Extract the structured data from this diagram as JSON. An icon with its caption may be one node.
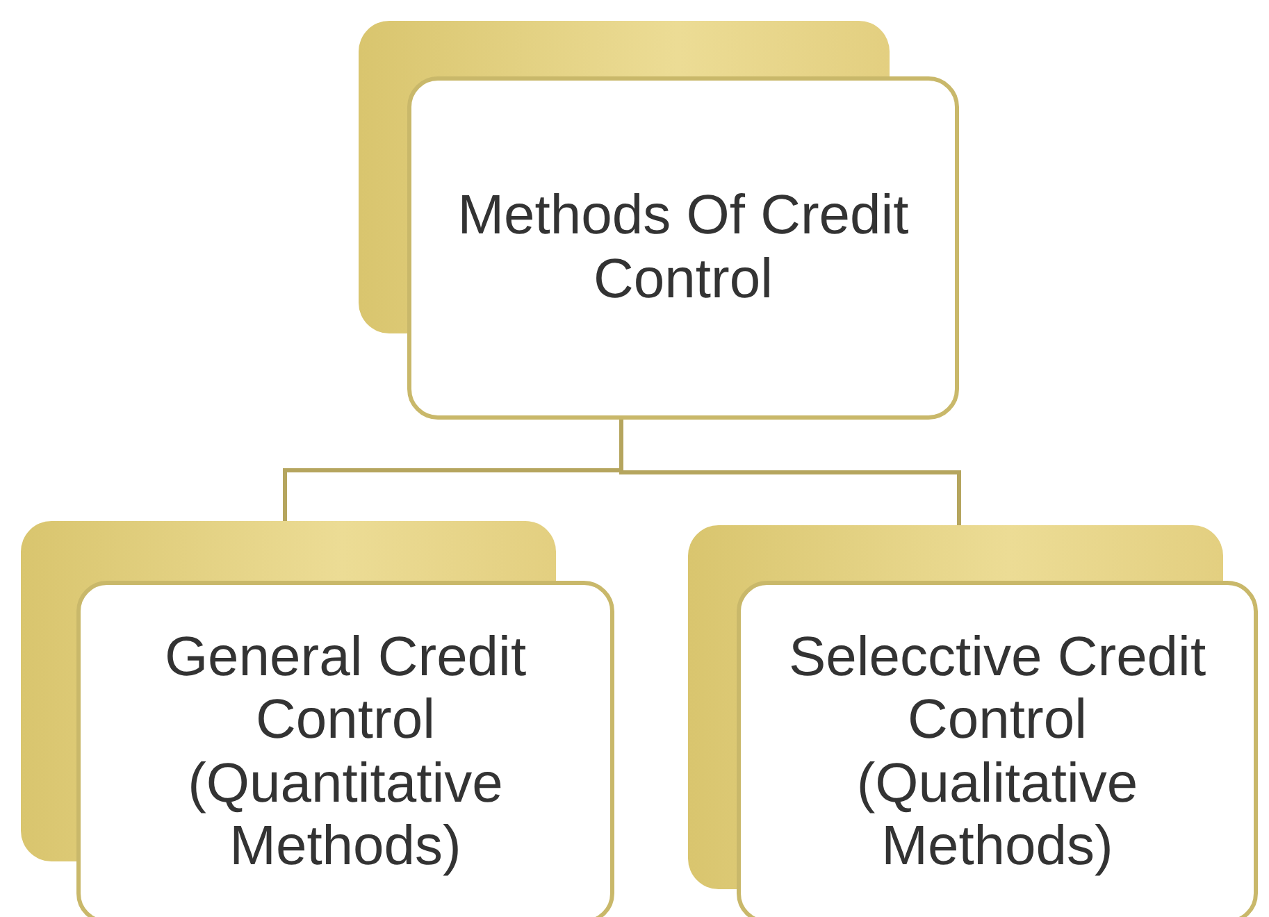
{
  "diagram": {
    "nodes": [
      {
        "text": [
          "Methods Of Credit Control"
        ]
      },
      {
        "text": [
          "General Credit Control (Quantitative Methods)"
        ]
      },
      {
        "text": [
          "Selecctive Credit Control (Qualitative Methods)"
        ]
      }
    ],
    "edges": [
      {
        "from": 0,
        "to": 1,
        "arrow": "none"
      },
      {
        "from": 0,
        "to": 2,
        "arrow": "none"
      }
    ]
  }
}
